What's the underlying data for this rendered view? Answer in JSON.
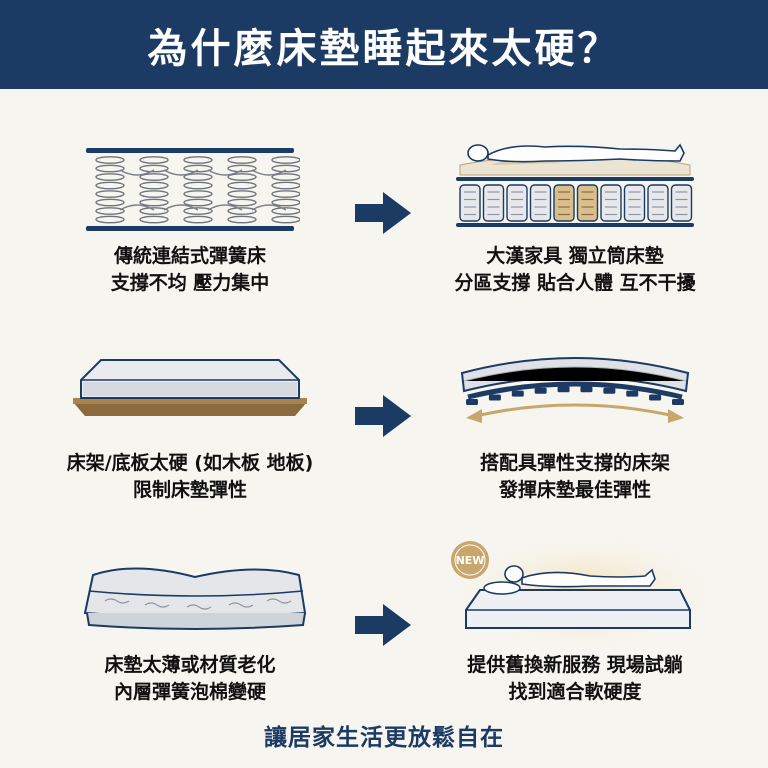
{
  "title": "為什麼床墊睡起來太硬？",
  "rows": [
    {
      "left_lines": [
        "傳統連結式彈簧床",
        "支撐不均 壓力集中"
      ],
      "right_lines": [
        "大漢家具 獨立筒床墊",
        "分區支撐 貼合人體 互不干擾"
      ]
    },
    {
      "left_lines": [
        "床架/底板太硬 (如木板 地板)",
        "限制床墊彈性"
      ],
      "right_lines": [
        "搭配具彈性支撐的床架",
        "發揮床墊最佳彈性"
      ]
    },
    {
      "left_lines": [
        "床墊太薄或材質老化",
        "內層彈簧泡棉變硬"
      ],
      "right_lines": [
        "提供舊換新服務 現場試躺",
        "找到適合軟硬度"
      ]
    }
  ],
  "badge": "NEW",
  "footer": "讓居家生活更放鬆自在",
  "colors": {
    "navy": "#1b3a64",
    "gold": "#c9a66b",
    "background": "#f7f5ef",
    "wood": "#8b6a3e"
  },
  "icons": {
    "arrow": "right-arrow-icon",
    "spring": "coil-spring-icon",
    "person": "lying-person-icon"
  }
}
